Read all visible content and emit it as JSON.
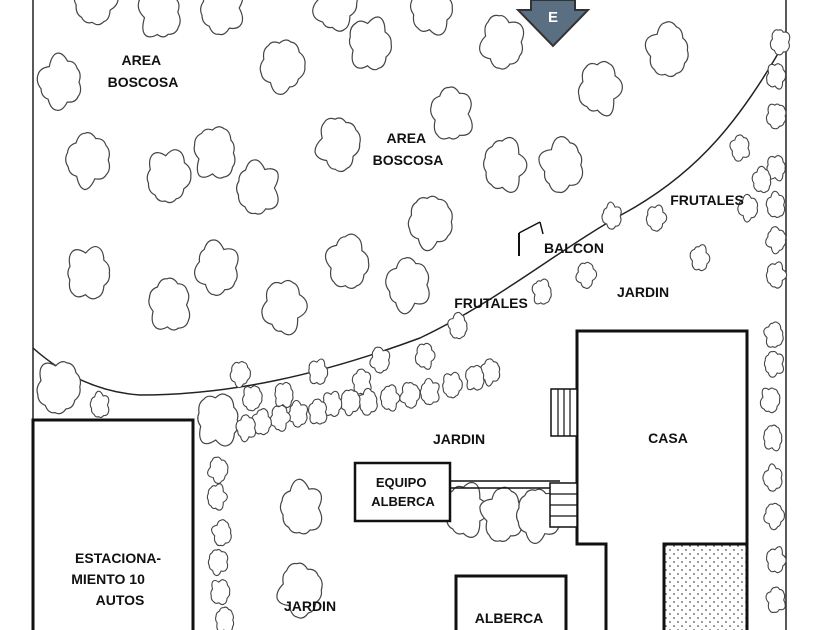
{
  "north_arrow": {
    "letter": "E",
    "fill": "#5a6f82"
  },
  "labels": {
    "area_boscosa_1": [
      "AREA",
      "BOSCOSA"
    ],
    "area_boscosa_2": [
      "AREA",
      "BOSCOSA"
    ],
    "frutales_1": "FRUTALES",
    "frutales_2": "FRUTALES",
    "balcon": "BALCON",
    "jardin_1": "JARDIN",
    "jardin_2": "JARDIN",
    "jardin_3": "JARDIN",
    "casa": "CASA",
    "equipo_alberca": [
      "EQUIPO",
      "ALBERCA"
    ],
    "estacionamiento": [
      "ESTACIONA-",
      "MIENTO 10",
      "AUTOS"
    ],
    "alberca": "ALBERCA"
  },
  "icons": [
    "tree-icon",
    "bush-icon",
    "stairs-icon",
    "north-arrow-icon"
  ]
}
